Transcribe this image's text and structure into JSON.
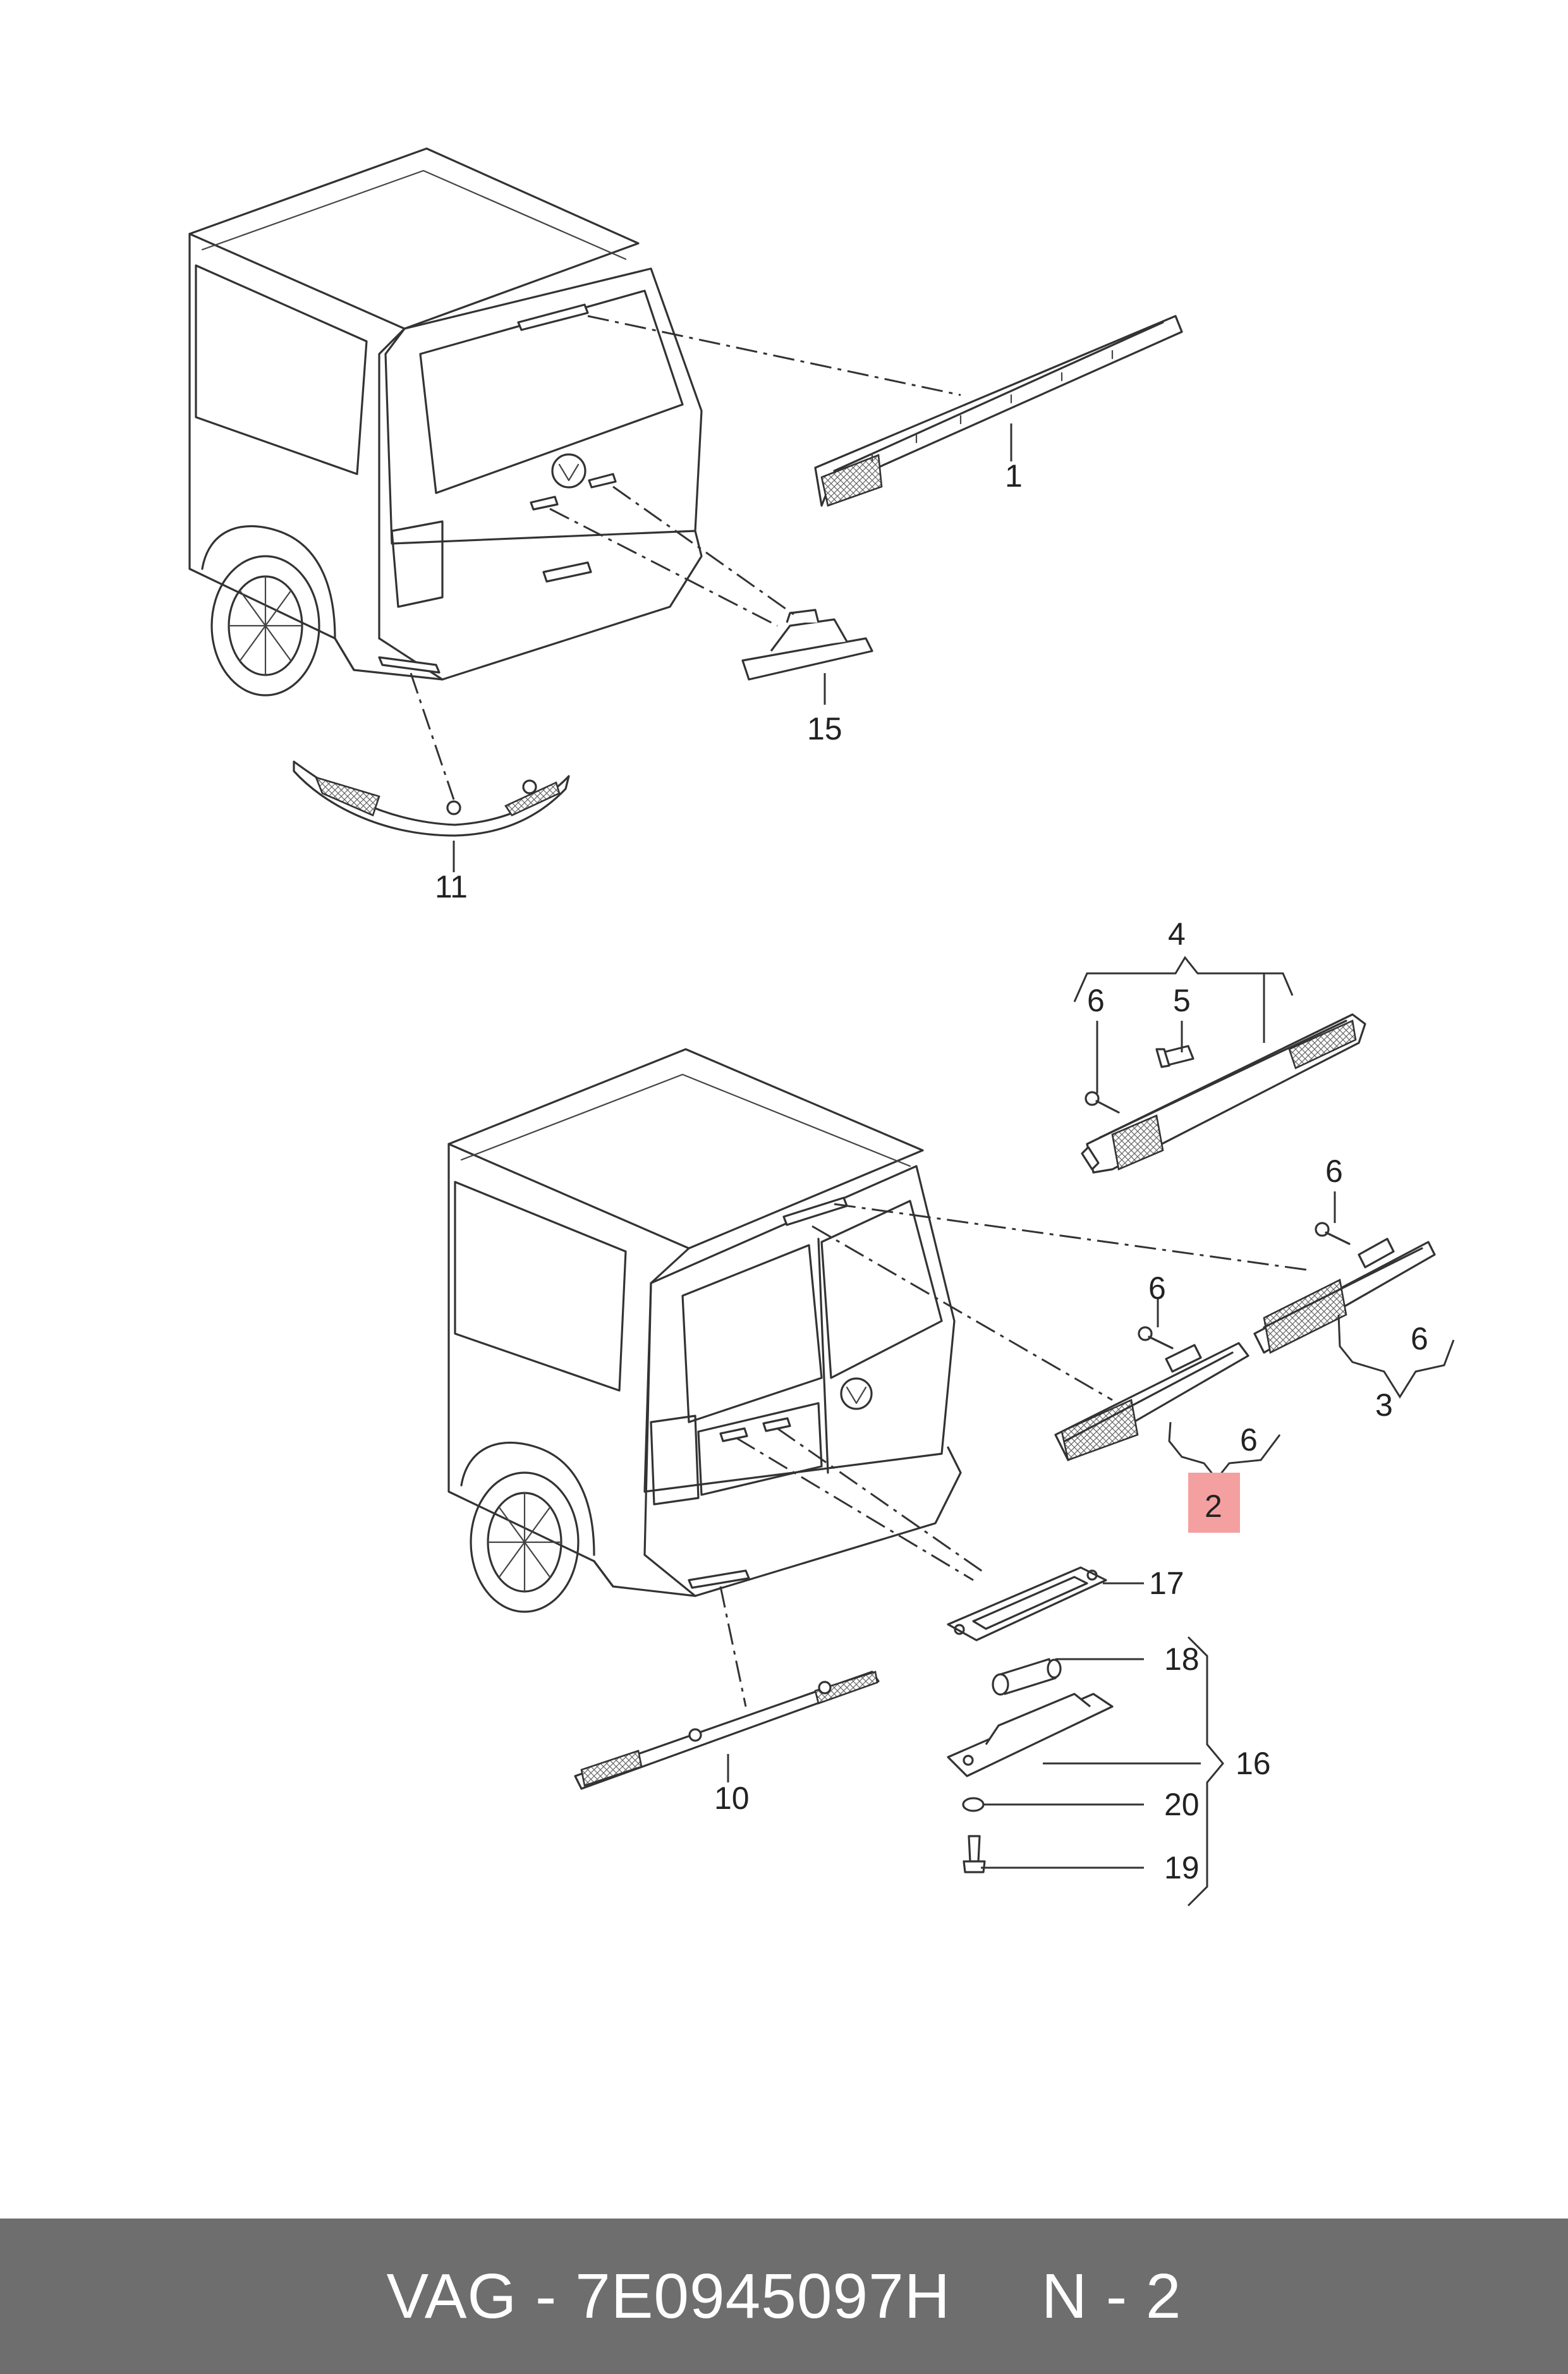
{
  "labels": {
    "p1": "1",
    "p2": "2",
    "p3": "3",
    "p4": "4",
    "p5": "5",
    "p6a": "6",
    "p6b": "6",
    "p6c": "6",
    "p6d": "6",
    "p6e": "6",
    "p10": "10",
    "p11": "11",
    "p15": "15",
    "p16": "16",
    "p17": "17",
    "p18": "18",
    "p19": "19",
    "p20": "20"
  },
  "highlighted_part": "2",
  "highlight_color": "#f4a0a0",
  "footer": {
    "text": "VAG - 7E0945097H     N - 2"
  }
}
